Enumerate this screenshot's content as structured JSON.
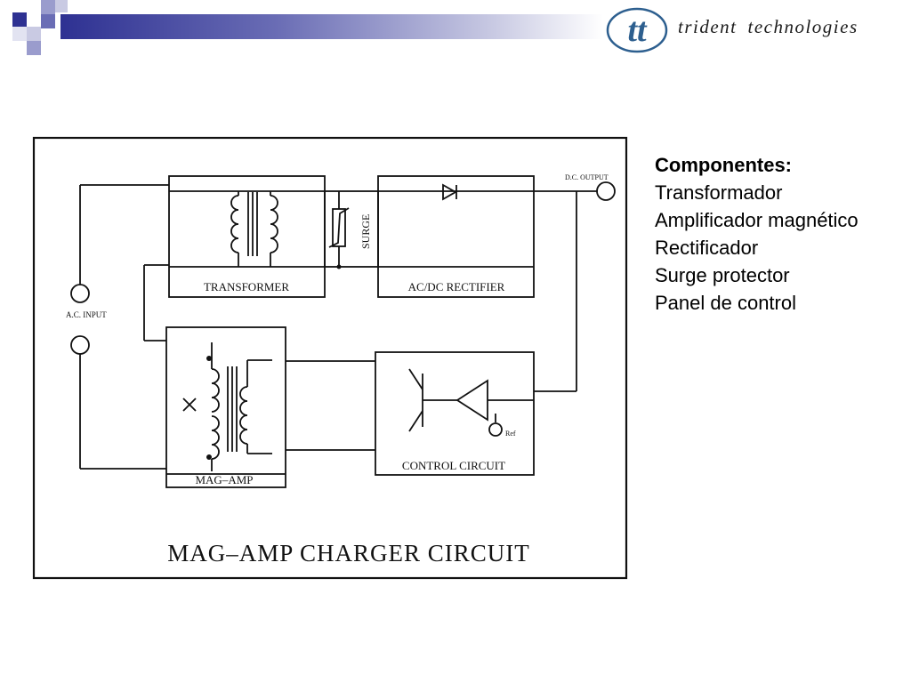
{
  "logo": {
    "monogram": "tt",
    "word1": "trident",
    "word2": "technologies",
    "color": "#2d5f8f"
  },
  "colors": {
    "accent": "#2e3192",
    "accent_light": "#9a9ccd"
  },
  "diagram": {
    "title": "MAG–AMP  CHARGER  CIRCUIT",
    "blocks": {
      "transformer": "TRANSFORMER",
      "rectifier": "AC/DC  RECTIFIER",
      "surge": "SURGE",
      "mag_amp": "MAG–AMP",
      "control": "CONTROL  CIRCUIT"
    },
    "terminals": {
      "ac_input": "A.C.  INPUT",
      "dc_output": "D.C.  OUTPUT",
      "ref": "Ref"
    }
  },
  "components": {
    "title": "Componentes:",
    "items": [
      "Transformador",
      "Amplificador magnético",
      "Rectificador",
      "Surge protector",
      "Panel de control"
    ]
  }
}
